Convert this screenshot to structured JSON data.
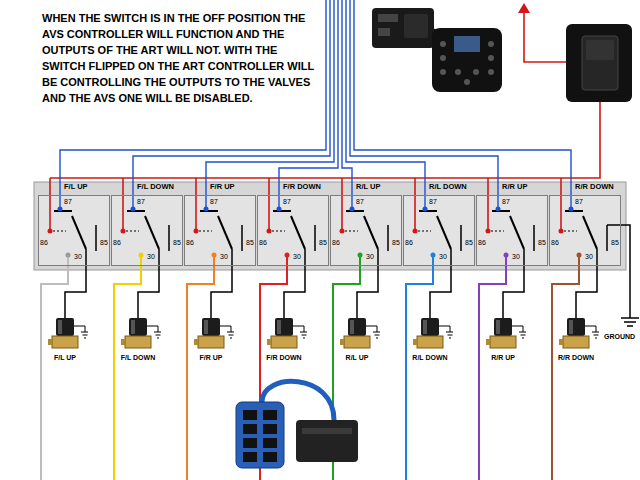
{
  "diagram": {
    "nodes": [
      {
        "text": [
          "F/L UP",
          "87",
          "86",
          "85",
          "30"
        ]
      },
      {
        "text": [
          "F/L DOWN",
          "87",
          "86",
          "85",
          "30"
        ]
      },
      {
        "text": [
          "F/R UP",
          "87",
          "86",
          "85",
          "30"
        ]
      },
      {
        "text": [
          "F/R DOWN",
          "87",
          "86",
          "85",
          "30"
        ]
      },
      {
        "text": [
          "R/L UP",
          "87",
          "86",
          "85",
          "30"
        ]
      },
      {
        "text": [
          "R/L DOWN",
          "87",
          "86",
          "85",
          "30"
        ]
      },
      {
        "text": [
          "R/R UP",
          "87",
          "86",
          "85",
          "30"
        ]
      },
      {
        "text": [
          "R/R DOWN",
          "87",
          "86",
          "85",
          "30"
        ]
      },
      {
        "text": [
          "F/L UP"
        ]
      },
      {
        "text": [
          "F/L DOWN"
        ]
      },
      {
        "text": [
          "F/R UP"
        ]
      },
      {
        "text": [
          "F/R DOWN"
        ]
      },
      {
        "text": [
          "R/L UP"
        ]
      },
      {
        "text": [
          "R/L DOWN"
        ]
      },
      {
        "text": [
          "R/R UP"
        ]
      },
      {
        "text": [
          "R/R DOWN"
        ]
      }
    ],
    "edges": [
      {
        "from": 0,
        "to": 8,
        "arrow": "none"
      },
      {
        "from": 1,
        "to": 9,
        "arrow": "none"
      },
      {
        "from": 2,
        "to": 10,
        "arrow": "none"
      },
      {
        "from": 3,
        "to": 11,
        "arrow": "none"
      },
      {
        "from": 4,
        "to": 12,
        "arrow": "none"
      },
      {
        "from": 5,
        "to": 13,
        "arrow": "none"
      },
      {
        "from": 6,
        "to": 14,
        "arrow": "none"
      },
      {
        "from": 7,
        "to": 15,
        "arrow": "none"
      }
    ],
    "labels": [
      "WHEN THE SWITCH IS IN THE OFF POSITION THE AVS CONTROLLER WILL FUNCTION AND THE OUTPUTS OF THE ART WILL NOT. WITH THE SWITCH FLIPPED ON THE ART CONTROLLER WILL BE CONTROLLING THE OUTPUTS TO THE VALVES AND THE AVS ONE WILL BE DISABLED.",
      "GROUND"
    ]
  }
}
